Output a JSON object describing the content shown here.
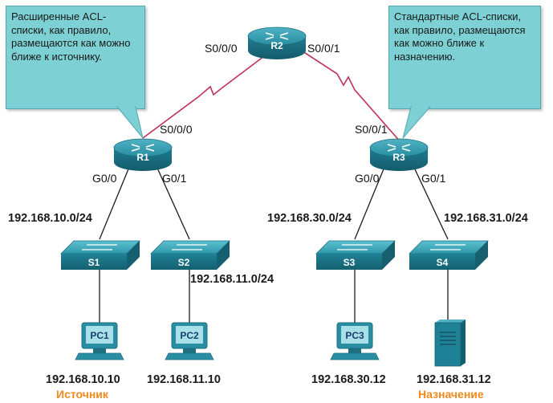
{
  "callouts": {
    "left": "Расширенные ACL-списки, как правило, размещаются как можно ближе к источнику.",
    "right": "Стандартные ACL-списки, как правило, размещаются как можно ближе к назначению."
  },
  "routers": {
    "r1": "R1",
    "r2": "R2",
    "r3": "R3"
  },
  "switches": {
    "s1": "S1",
    "s2": "S2",
    "s3": "S3",
    "s4": "S4"
  },
  "hosts": {
    "pc1": "PC1",
    "pc2": "PC2",
    "pc3": "PC3"
  },
  "interfaces": {
    "r2_left": "S0/0/0",
    "r2_right": "S0/0/1",
    "r1_serial": "S0/0/0",
    "r3_serial": "S0/0/1",
    "r1_g00": "G0/0",
    "r1_g01": "G0/1",
    "r3_g00": "G0/0",
    "r3_g01": "G0/1"
  },
  "networks": {
    "net10": "192.168.10.0/24",
    "net11": "192.168.11.0/24",
    "net30": "192.168.30.0/24",
    "net31": "192.168.31.0/24"
  },
  "addresses": {
    "pc1": "192.168.10.10",
    "pc2": "192.168.11.10",
    "pc3": "192.168.30.12",
    "server": "192.168.31.12"
  },
  "roles": {
    "source": "Источник",
    "destination": "Назначение"
  },
  "colors": {
    "serial_link": "#c0305a",
    "callout": "#7dd0d3",
    "device": "#1d7f92",
    "role": "#f08a1c"
  }
}
